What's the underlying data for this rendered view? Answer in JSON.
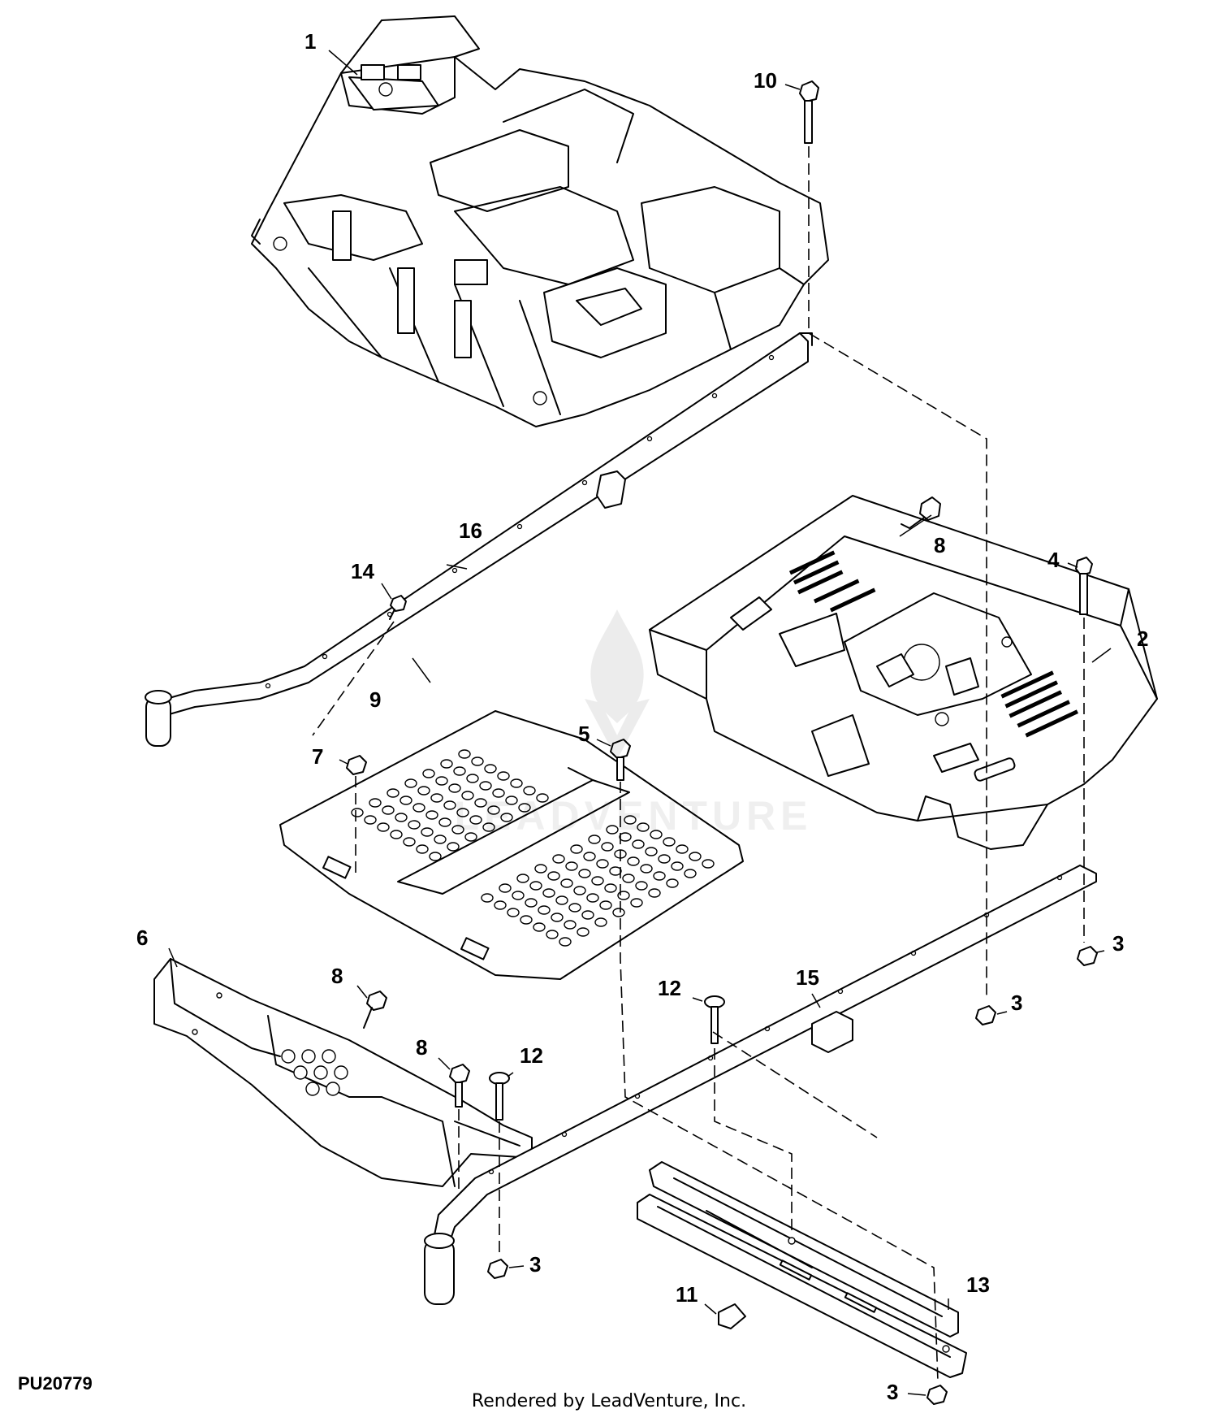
{
  "diagram": {
    "id_code": "PU20779",
    "credit": "Rendered by LeadVenture, Inc.",
    "watermark_text": "LEADVENTURE",
    "callouts": {
      "c1": "1",
      "c2": "2",
      "c3a": "3",
      "c3b": "3",
      "c3c": "3",
      "c3d": "3",
      "c4": "4",
      "c5": "5",
      "c6": "6",
      "c7": "7",
      "c8a": "8",
      "c8b": "8",
      "c8c": "8",
      "c9": "9",
      "c10": "10",
      "c11": "11",
      "c12a": "12",
      "c12b": "12",
      "c13": "13",
      "c14": "14",
      "c15": "15",
      "c16": "16"
    }
  }
}
